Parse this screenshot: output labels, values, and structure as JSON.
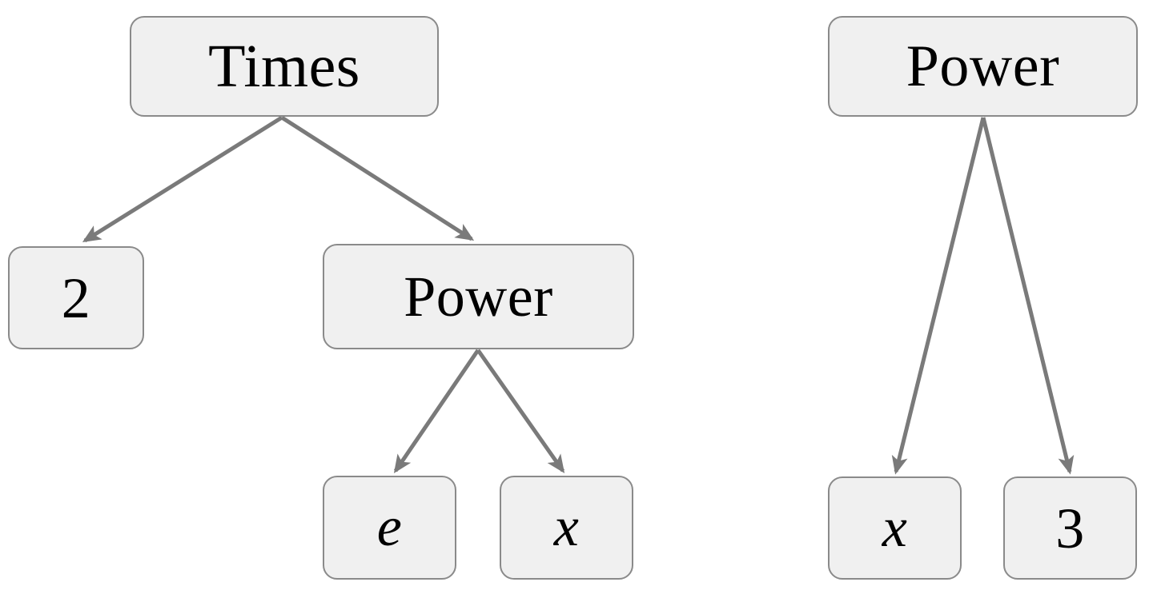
{
  "diagram": {
    "type": "expression-tree-pair",
    "background_color": "#ffffff",
    "node_fill_color": "#f0f0f0",
    "node_border_color": "#8a8a8a",
    "edge_color": "#7a7a7a",
    "text_color": "#000000",
    "trees": [
      {
        "id": "left-tree",
        "root": "times",
        "nodes": [
          {
            "id": "times",
            "label": "Times",
            "kind": "operator"
          },
          {
            "id": "two",
            "label": "2",
            "kind": "number"
          },
          {
            "id": "power-left",
            "label": "Power",
            "kind": "operator"
          },
          {
            "id": "e",
            "label": "e",
            "kind": "variable"
          },
          {
            "id": "x-left",
            "label": "x",
            "kind": "variable"
          }
        ],
        "edges": [
          {
            "from": "times",
            "to": "two"
          },
          {
            "from": "times",
            "to": "power-left"
          },
          {
            "from": "power-left",
            "to": "e"
          },
          {
            "from": "power-left",
            "to": "x-left"
          }
        ]
      },
      {
        "id": "right-tree",
        "root": "power-right",
        "nodes": [
          {
            "id": "power-right",
            "label": "Power",
            "kind": "operator"
          },
          {
            "id": "x-right",
            "label": "x",
            "kind": "variable"
          },
          {
            "id": "three",
            "label": "3",
            "kind": "number"
          }
        ],
        "edges": [
          {
            "from": "power-right",
            "to": "x-right"
          },
          {
            "from": "power-right",
            "to": "three"
          }
        ]
      }
    ],
    "labels": {
      "times": "Times",
      "two": "2",
      "power_left": "Power",
      "e": "e",
      "x_left": "x",
      "power_right": "Power",
      "x_right": "x",
      "three": "3"
    }
  }
}
